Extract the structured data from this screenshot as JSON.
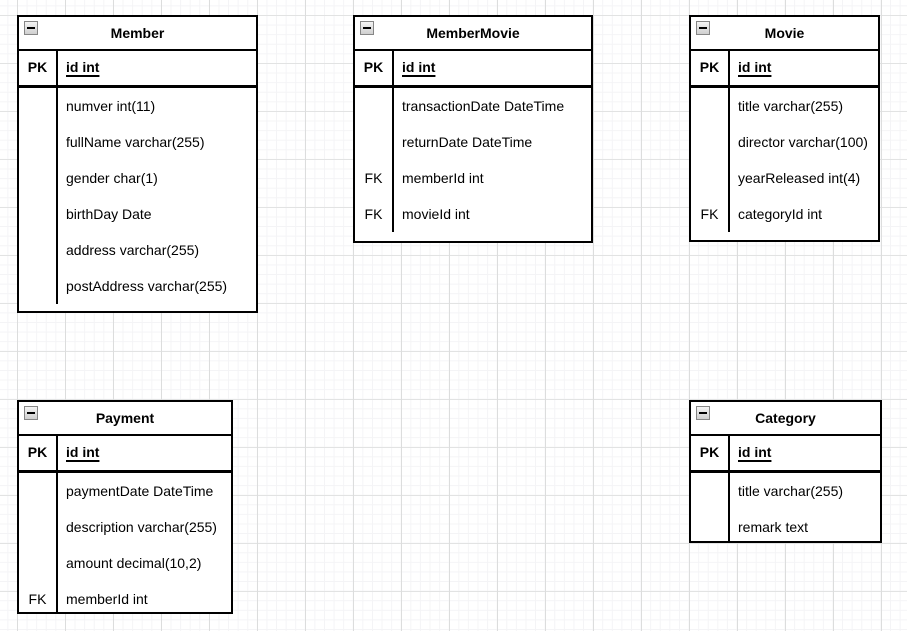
{
  "diagram": {
    "type": "entity-relationship",
    "colors": {
      "background": "#ffffff",
      "table_border": "#000000",
      "text": "#000000",
      "grid_major": "#dddddd",
      "grid_minor": "#f4f4f6"
    },
    "icons": {
      "collapse": "minus-box"
    }
  },
  "entities": [
    {
      "title": "Member",
      "pk": {
        "key": "PK",
        "field": "id int"
      },
      "rows": [
        {
          "key": "",
          "field": "numver int(11)"
        },
        {
          "key": "",
          "field": "fullName varchar(255)"
        },
        {
          "key": "",
          "field": "gender char(1)"
        },
        {
          "key": "",
          "field": "birthDay Date"
        },
        {
          "key": "",
          "field": "address varchar(255)"
        },
        {
          "key": "",
          "field": "postAddress varchar(255)"
        }
      ]
    },
    {
      "title": "MemberMovie",
      "pk": {
        "key": "PK",
        "field": "id int"
      },
      "rows": [
        {
          "key": "",
          "field": "transactionDate DateTime"
        },
        {
          "key": "",
          "field": "returnDate DateTime"
        },
        {
          "key": "FK",
          "field": "memberId int"
        },
        {
          "key": "FK",
          "field": "movieId int"
        }
      ]
    },
    {
      "title": "Movie",
      "pk": {
        "key": "PK",
        "field": "id int"
      },
      "rows": [
        {
          "key": "",
          "field": "title varchar(255)"
        },
        {
          "key": "",
          "field": "director varchar(100)"
        },
        {
          "key": "",
          "field": "yearReleased int(4)"
        },
        {
          "key": "FK",
          "field": "categoryId int"
        }
      ]
    },
    {
      "title": "Payment",
      "pk": {
        "key": "PK",
        "field": "id int"
      },
      "rows": [
        {
          "key": "",
          "field": "paymentDate DateTime"
        },
        {
          "key": "",
          "field": "description varchar(255)"
        },
        {
          "key": "",
          "field": "amount decimal(10,2)"
        },
        {
          "key": "FK",
          "field": "memberId int"
        }
      ]
    },
    {
      "title": "Category",
      "pk": {
        "key": "PK",
        "field": "id int"
      },
      "rows": [
        {
          "key": "",
          "field": "title varchar(255)"
        },
        {
          "key": "",
          "field": "remark text"
        }
      ]
    }
  ]
}
